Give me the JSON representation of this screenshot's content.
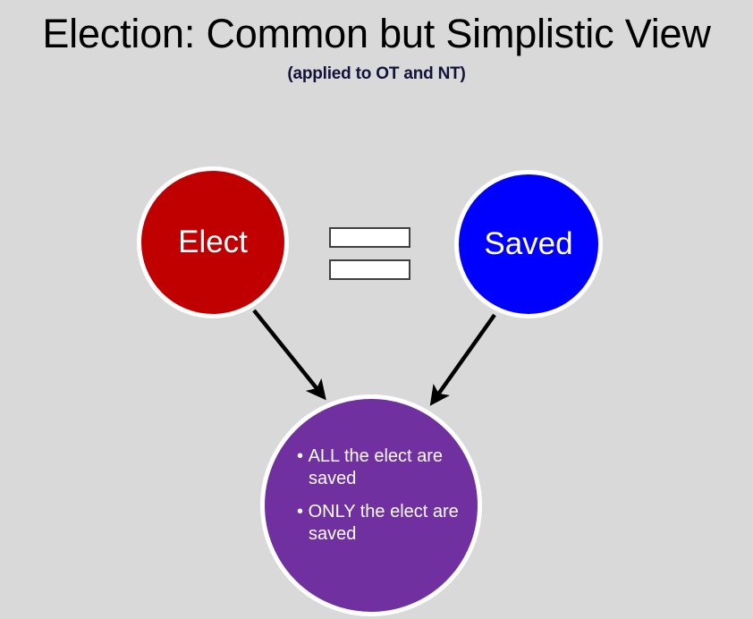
{
  "slide": {
    "background_color": "#d9d9d9",
    "title": "Election: Common but Simplistic View",
    "subtitle": "(applied to OT and NT)"
  },
  "diagram": {
    "nodes": [
      {
        "id": "elect",
        "label": "Elect",
        "shape": "circle",
        "fill_color": "#c00000",
        "border_color": "#ffffff",
        "text_color": "#ffffff"
      },
      {
        "id": "saved",
        "label": "Saved",
        "shape": "circle",
        "fill_color": "#0000ff",
        "border_color": "#ffffff",
        "text_color": "#ffffff"
      },
      {
        "id": "result",
        "shape": "circle",
        "fill_color": "#7030a0",
        "border_color": "#ffffff",
        "text_color": "#ffffff",
        "bullets": [
          "ALL the elect are saved",
          "ONLY the elect are saved"
        ]
      }
    ],
    "equals_sign": {
      "symbol": "=",
      "fill_color": "#ffffff",
      "outline_color": "#404040",
      "bars": 2
    },
    "arrows": [
      {
        "from": "elect",
        "to": "result",
        "color": "#000000"
      },
      {
        "from": "saved",
        "to": "result",
        "color": "#000000"
      }
    ]
  }
}
